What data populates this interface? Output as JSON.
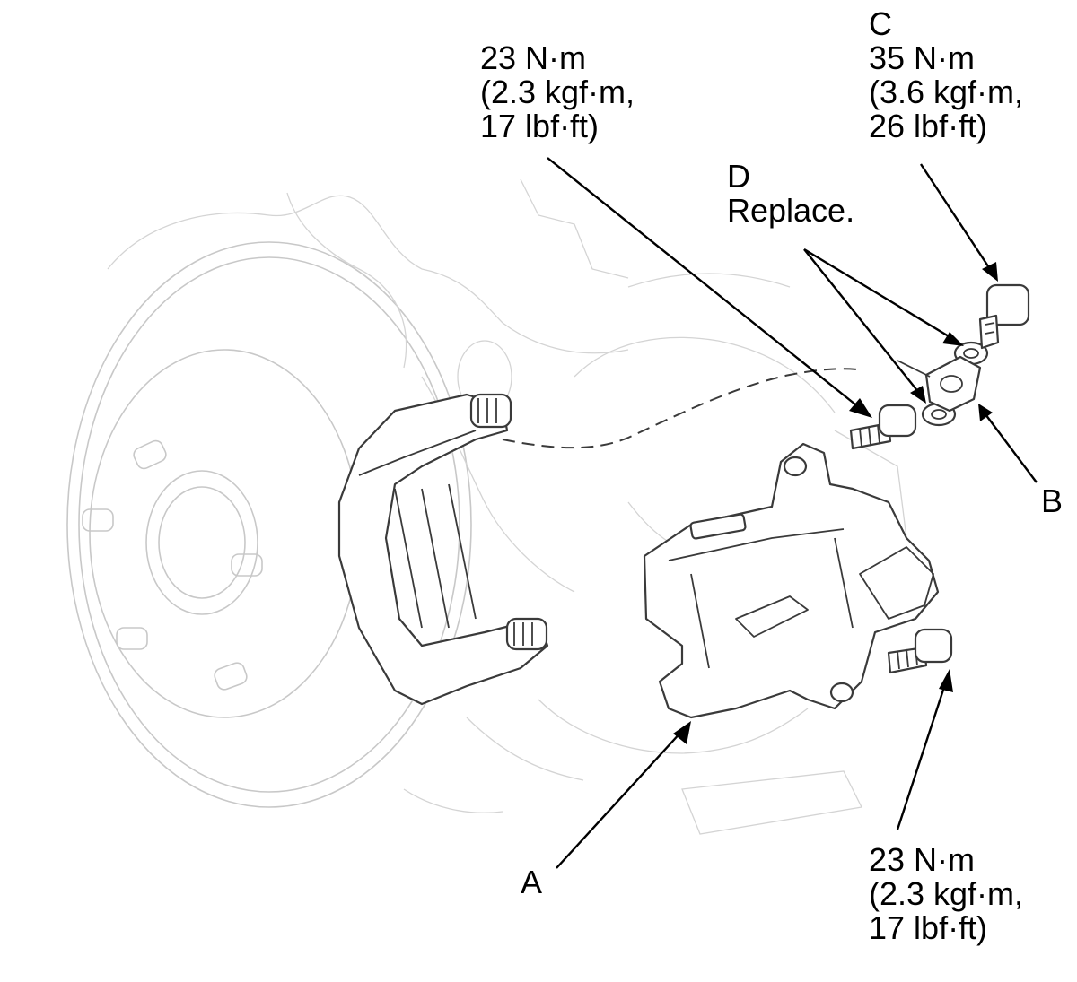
{
  "labels": {
    "torque_top": {
      "line1": "23 N·m",
      "line2": "(2.3 kgf·m,",
      "line3": "17 lbf·ft)"
    },
    "callout_c": {
      "letter": "C",
      "line1": "35 N·m",
      "line2": "(3.6 kgf·m,",
      "line3": "26 lbf·ft)"
    },
    "callout_d": {
      "letter": "D",
      "note": "Replace."
    },
    "callout_b": {
      "letter": "B"
    },
    "callout_a": {
      "letter": "A"
    },
    "torque_bottom": {
      "line1": "23 N·m",
      "line2": "(2.3 kgf·m,",
      "line3": "17 lbf·ft)"
    }
  },
  "colors": {
    "background": "#ffffff",
    "text": "#000000",
    "leader": "#000000",
    "ghost_lines": "#c8c8c8",
    "part_outline": "#3a3a3a"
  }
}
